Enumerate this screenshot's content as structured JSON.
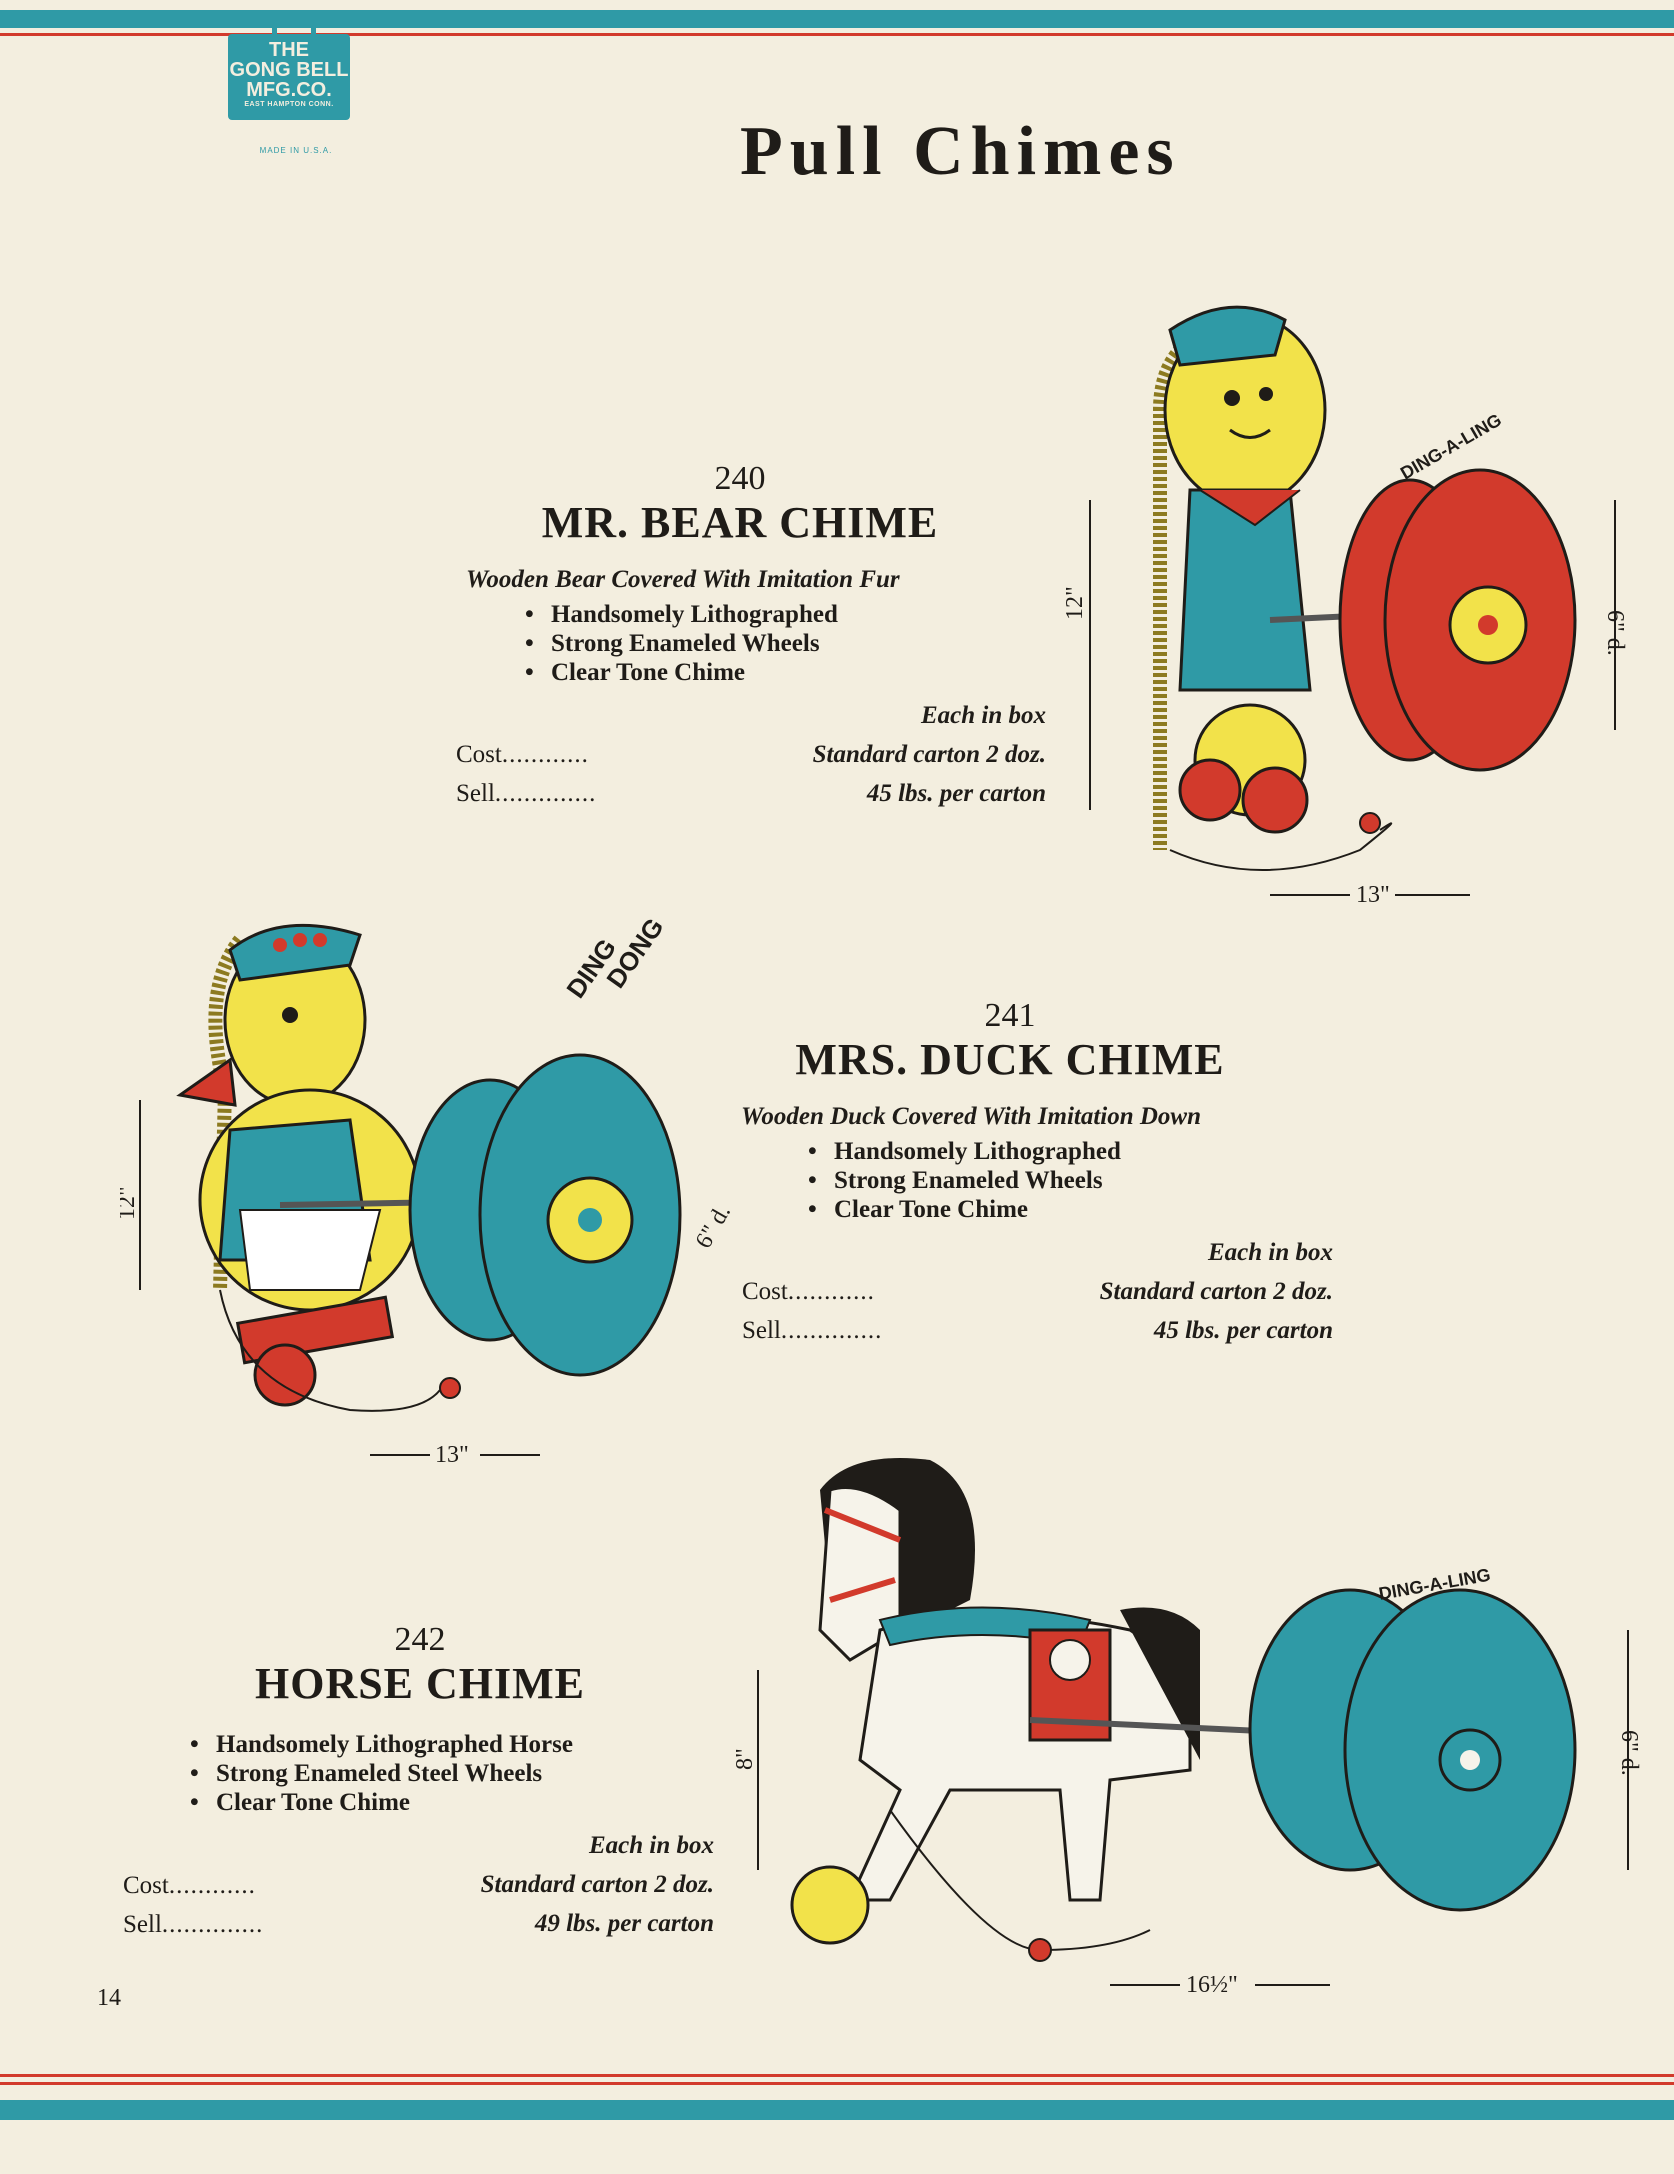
{
  "logo": {
    "line1": "THE",
    "line2": "GONG BELL",
    "line3": "MFG.CO.",
    "line4": "EAST HAMPTON CONN.",
    "made": "MADE IN U.S.A."
  },
  "page_title": "Pull Chimes",
  "colors": {
    "teal": "#2f9aa6",
    "red": "#d23a2c",
    "paper": "#f3eedf",
    "yellow": "#f2e24a"
  },
  "products": [
    {
      "number": "240",
      "name": "MR. BEAR CHIME",
      "subtitle": "Wooden Bear Covered With Imitation Fur",
      "features": [
        "Handsomely Lithographed",
        "Strong Enameled Wheels",
        "Clear Tone Chime"
      ],
      "packing": [
        "Each in box",
        "Standard carton 2 doz.",
        "45 lbs. per carton"
      ],
      "cost_label": "Cost",
      "cost_dots": "............",
      "sell_label": "Sell",
      "sell_dots": "..............",
      "sound": "DING-A-LING",
      "dims": {
        "height": "12\"",
        "width": "13\"",
        "wheel": "6\" d."
      }
    },
    {
      "number": "241",
      "name": "MRS. DUCK CHIME",
      "subtitle": "Wooden Duck Covered With Imitation Down",
      "features": [
        "Handsomely Lithographed",
        "Strong Enameled Wheels",
        "Clear Tone Chime"
      ],
      "packing": [
        "Each in box",
        "Standard carton 2 doz.",
        "45 lbs. per carton"
      ],
      "cost_label": "Cost",
      "cost_dots": "............",
      "sell_label": "Sell",
      "sell_dots": "..............",
      "sound1": "DING",
      "sound2": "DONG",
      "dims": {
        "height": "12\"",
        "width": "13\"",
        "wheel": "6\" d."
      }
    },
    {
      "number": "242",
      "name": "HORSE CHIME",
      "features": [
        "Handsomely Lithographed Horse",
        "Strong Enameled Steel Wheels",
        "Clear Tone Chime"
      ],
      "packing": [
        "Each in box",
        "Standard carton 2 doz.",
        "49 lbs. per carton"
      ],
      "cost_label": "Cost",
      "cost_dots": "............",
      "sell_label": "Sell",
      "sell_dots": "..............",
      "sound": "DING-A-LING",
      "dims": {
        "height": "8\"",
        "width": "16½\"",
        "wheel": "6\" d."
      }
    }
  ],
  "page_number": "14"
}
